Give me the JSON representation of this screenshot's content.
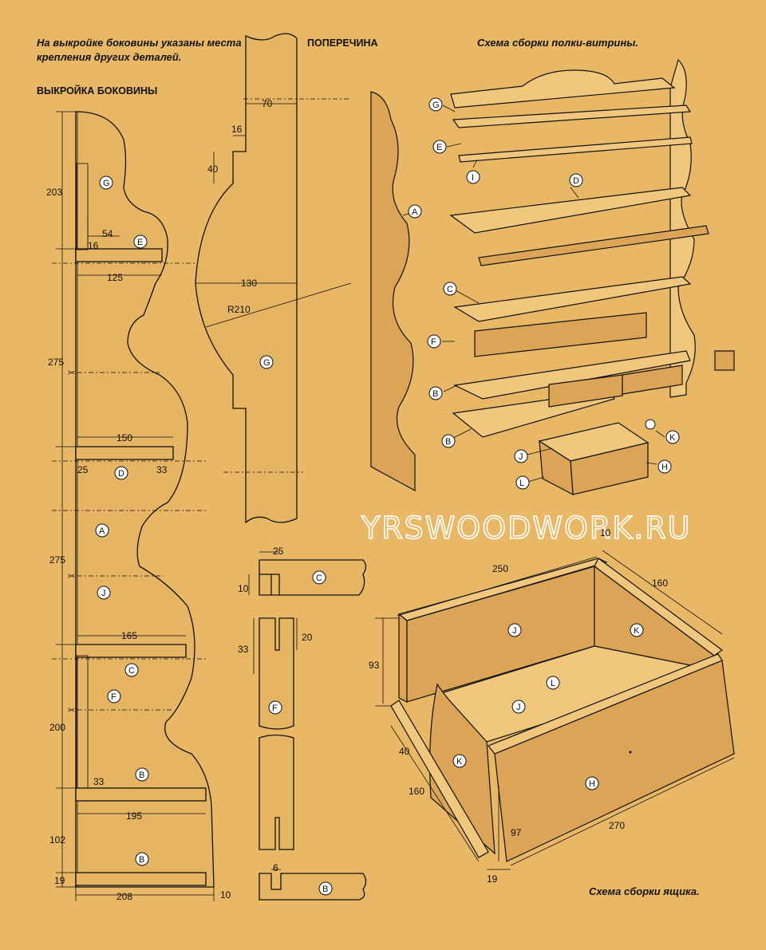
{
  "captions": {
    "note_line1": "На выкройке боковины указаны места",
    "note_line2": "крепления других деталей.",
    "side_pattern": "ВЫКРОЙКА БОКОВИНЫ",
    "crossbar": "ПОПЕРЕЧИНА",
    "shelf_scheme": "Схема сборки полки-витрины.",
    "drawer_scheme": "Схема сборки ящика."
  },
  "watermark": "YRSWOODWORK.RU",
  "side_dims": {
    "d203": "203",
    "d54": "54",
    "d16": "16",
    "d125": "125",
    "d275a": "275",
    "d150": "150",
    "d25": "25",
    "d33a": "33",
    "d275b": "275",
    "d165": "165",
    "d200": "200",
    "d33b": "33",
    "d195": "195",
    "d102": "102",
    "d19": "19",
    "d208": "208",
    "d10": "10"
  },
  "side_labels": [
    "G",
    "E",
    "D",
    "A",
    "J",
    "C",
    "F",
    "B",
    "B"
  ],
  "crossbar_dims": {
    "d70": "70",
    "d16": "16",
    "d40": "40",
    "d130": "130",
    "r210": "R210"
  },
  "crossbar_label": "G",
  "detail_dims": {
    "d25": "25",
    "d10": "10",
    "d33": "33",
    "d20": "20",
    "d6": "6"
  },
  "detail_labels": [
    "C",
    "F",
    "B"
  ],
  "shelf_labels": [
    "G",
    "E",
    "I",
    "D",
    "A",
    "C",
    "F",
    "B",
    "B",
    "J",
    "K",
    "H",
    "L"
  ],
  "drawer_dims": {
    "d250": "250",
    "d160a": "160",
    "d10": "10",
    "d93": "93",
    "d40": "40",
    "d160b": "160",
    "d97": "97",
    "d19": "19",
    "d270": "270"
  },
  "drawer_labels": [
    "J",
    "K",
    "L",
    "J",
    "K",
    "H"
  ]
}
